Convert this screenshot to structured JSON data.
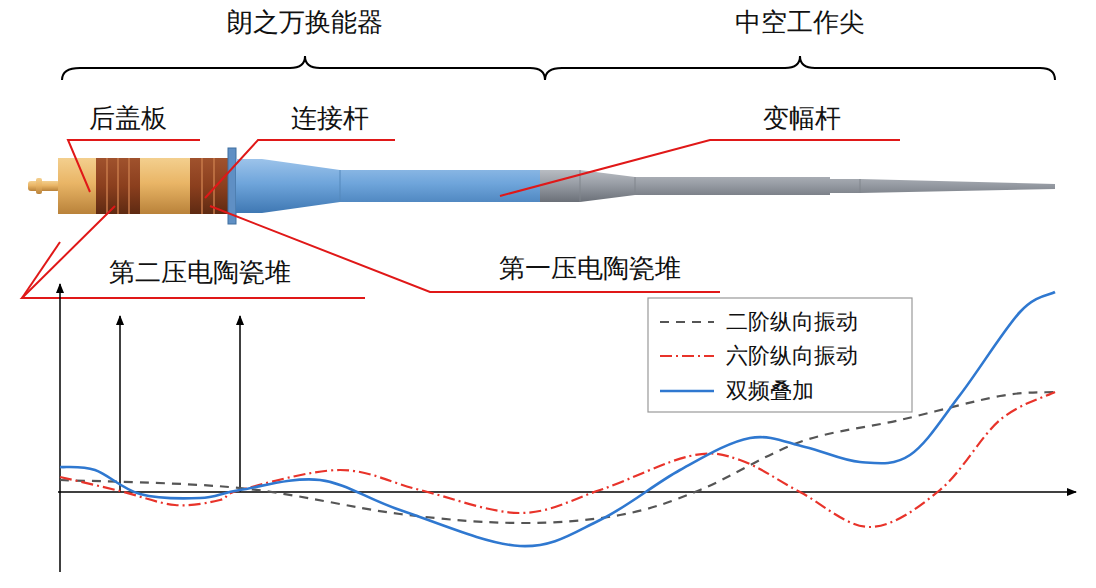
{
  "diagram": {
    "labels": [
      "朗之万换能器",
      "中空工作尖",
      "后盖板",
      "连接杆",
      "变幅杆",
      "第二压电陶瓷堆",
      "第一压电陶瓷堆"
    ],
    "legend": [
      {
        "text": "二阶纵向振动"
      },
      {
        "text": "六阶纵向振动"
      },
      {
        "text": "双频叠加"
      }
    ]
  }
}
